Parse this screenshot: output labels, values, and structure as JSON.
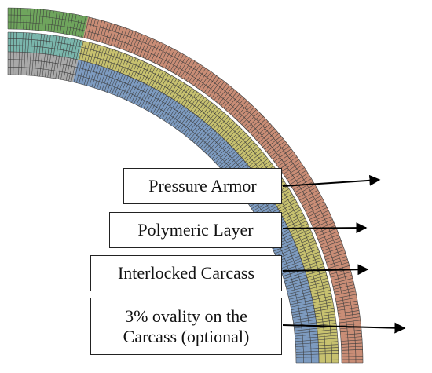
{
  "diagram": {
    "layers": [
      {
        "id": "pressure-armor",
        "color_main": "#c98d76",
        "color_alt": "#6fa55d"
      },
      {
        "id": "polymeric-layer",
        "color_main": "#c7c16f",
        "color_alt": "#7ab6ac"
      },
      {
        "id": "interlocked-carcass",
        "color_main": "#7d9bc0",
        "color_alt": "#a9a9a9"
      }
    ],
    "mesh_line_color": "#3d3d3d",
    "arrow_color": "#000000",
    "labels": {
      "pressure_armor": "Pressure Armor",
      "polymeric_layer": "Polymeric Layer",
      "interlocked_carcass": "Interlocked Carcass",
      "ovality_line1": "3% ovality on the",
      "ovality_line2": "Carcass (optional)"
    }
  }
}
